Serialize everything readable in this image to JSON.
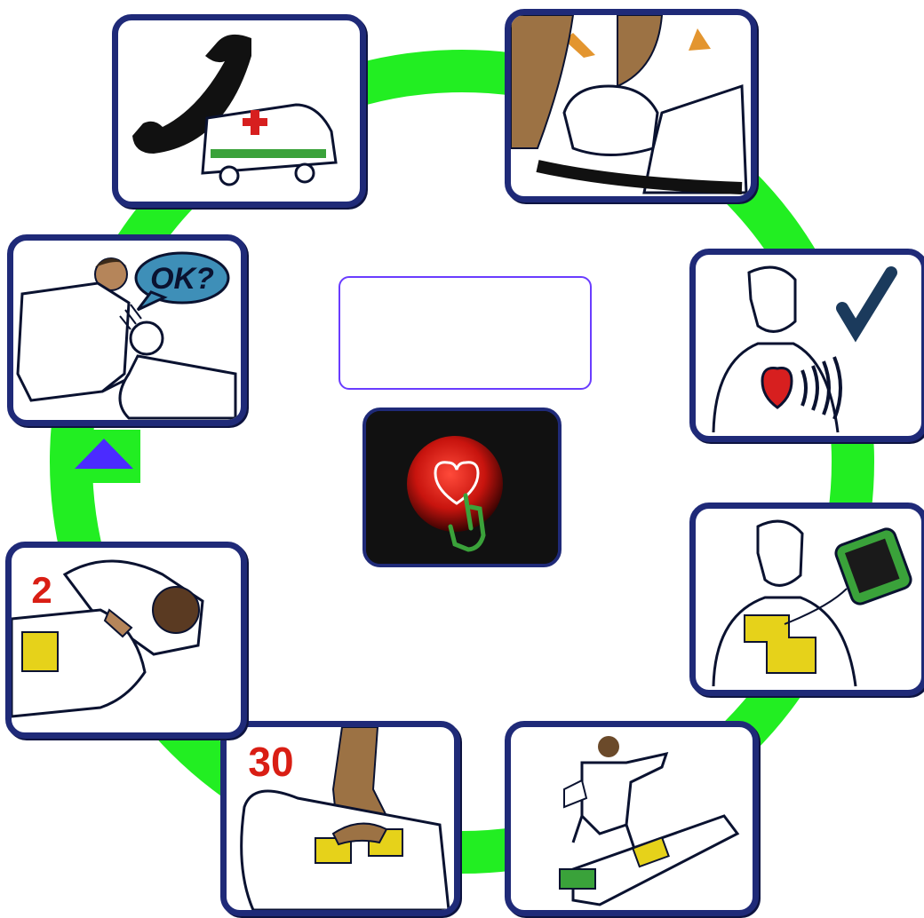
{
  "diagram": {
    "ring_color": "#22ee22",
    "card_border_color": "#1f2a78",
    "steps": [
      {
        "id": "check-response",
        "icon": "check-response-icon",
        "label": "OK?"
      },
      {
        "id": "call-emergency",
        "icon": "call-ambulance-icon",
        "label": ""
      },
      {
        "id": "open-airway",
        "icon": "open-airway-icon",
        "label": ""
      },
      {
        "id": "check-breathing",
        "icon": "check-breathing-icon",
        "label": ""
      },
      {
        "id": "attach-pads",
        "icon": "attach-pads-icon",
        "label": ""
      },
      {
        "id": "stand-clear",
        "icon": "stand-clear-icon",
        "label": ""
      },
      {
        "id": "compressions",
        "icon": "chest-compression-icon",
        "label": "30"
      },
      {
        "id": "breaths",
        "icon": "rescue-breath-icon",
        "label": "2"
      }
    ],
    "info_box_text": "",
    "start_button_icon": "heart-button-icon",
    "back_marker_icon": "triangle-up-icon",
    "accent_colors": {
      "heart": "#d71f1f",
      "check": "#1b3a5c",
      "pad": "#e6d21a",
      "aed": "#3aa23a",
      "marker": "#4b2bff"
    }
  }
}
